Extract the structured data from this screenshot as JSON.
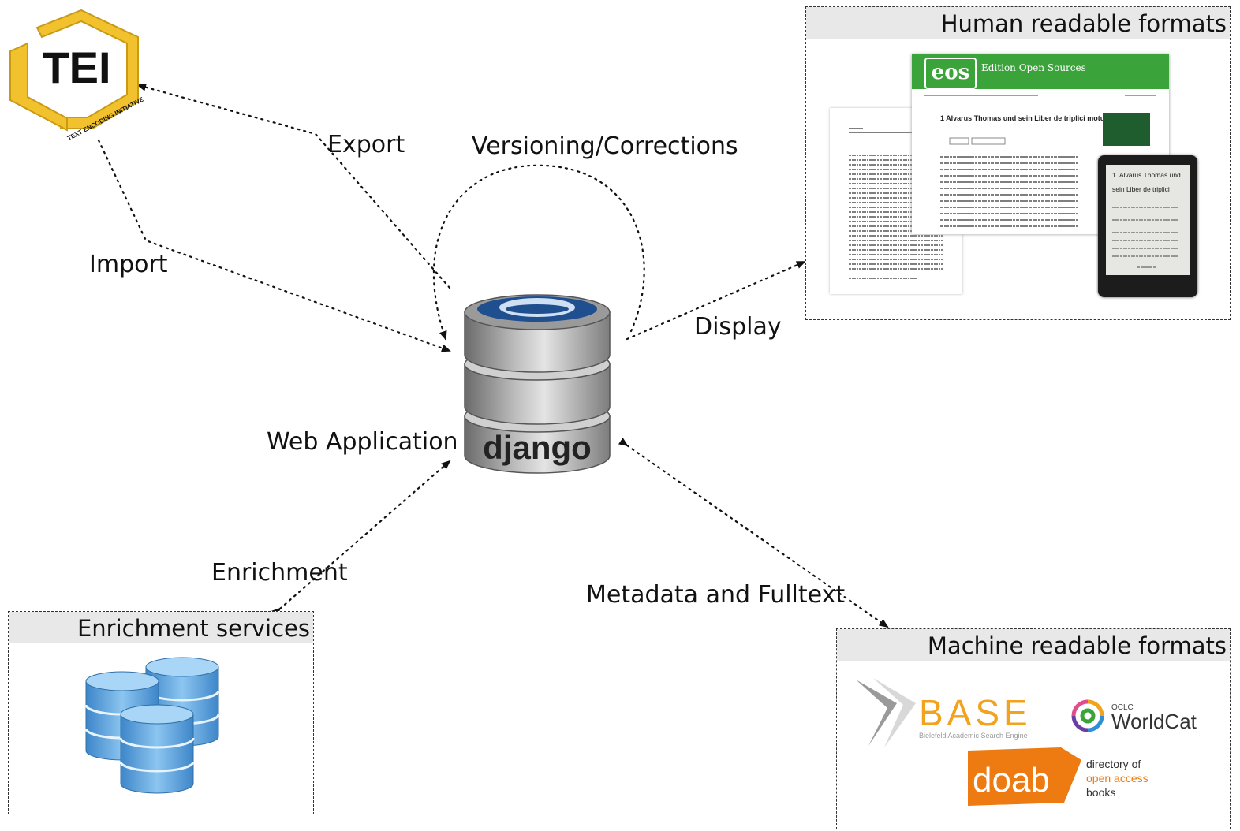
{
  "edges": {
    "export": "Export",
    "import": "Import",
    "versioning": "Versioning/Corrections",
    "display": "Display",
    "web_application": "Web Application",
    "enrichment": "Enrichment",
    "metadata_fulltext": "Metadata and Fulltext"
  },
  "tei_logo": {
    "text": "TEI",
    "subtitle": "TEXT ENCODING INITIATIVE"
  },
  "central": {
    "label": "django"
  },
  "boxes": {
    "human": {
      "title": "Human readable formats"
    },
    "enrichment": {
      "title": "Enrichment services"
    },
    "machine": {
      "title": "Machine readable formats"
    }
  },
  "eos": {
    "title": "Edition Open Sources",
    "chapter": "1  Alvarus Thomas und sein Liber de triplici motu"
  },
  "ereader": {
    "line1": "1. Alvarus Thomas und",
    "line2": "sein Liber de triplici"
  },
  "base_logo": {
    "name": "BASE",
    "sub": "Bielefeld Academic Search Engine"
  },
  "worldcat_logo": {
    "oclc": "OCLC",
    "name": "WorldCat"
  },
  "doab_logo": {
    "name": "doab",
    "line1": "directory of",
    "line2": "open access",
    "line3": "books"
  },
  "colors": {
    "tei_yellow": "#f2c12e",
    "eos_green": "#3aa33a",
    "base_orange": "#f2a21c",
    "doab_orange": "#ee7a12",
    "db_blue": "#5fa8e0"
  }
}
